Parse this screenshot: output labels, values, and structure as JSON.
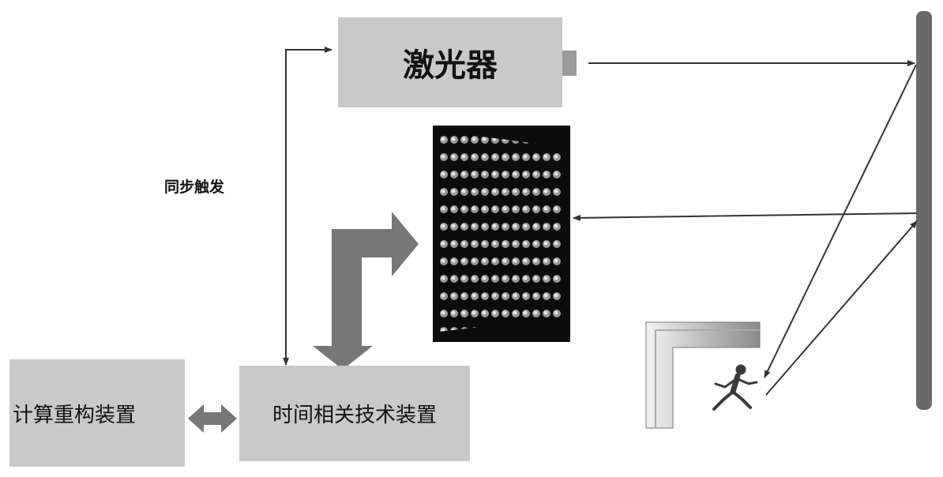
{
  "labels": {
    "laser": "激光器",
    "sync_trigger": "同步触发",
    "time_correlation": "时间相关技术装置",
    "reconstruction": "计算重构装置"
  },
  "colors": {
    "box_fill": "#c9c9c9",
    "arrow_fill": "#777777",
    "line": "#333333",
    "wall": "#6a6a6a",
    "detector_bg": "#0c0c0c"
  }
}
